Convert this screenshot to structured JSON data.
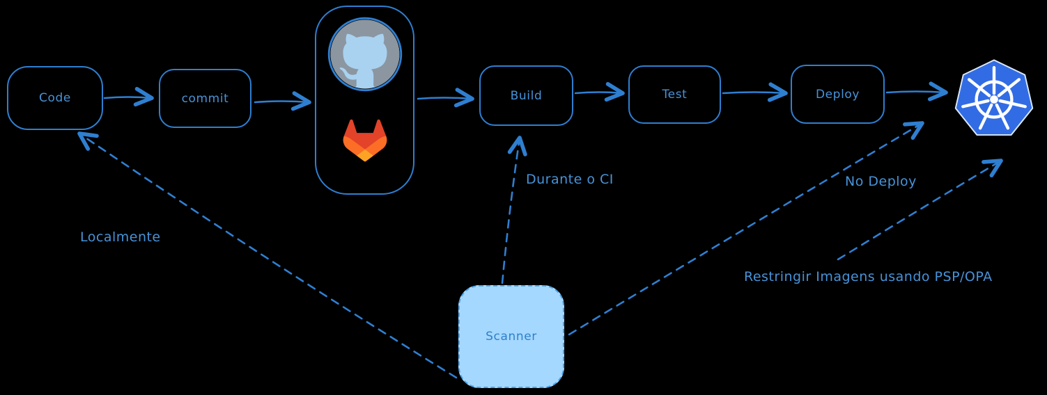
{
  "diagram": {
    "nodes": {
      "code": {
        "label": "Code"
      },
      "commit": {
        "label": "commit"
      },
      "build": {
        "label": "Build"
      },
      "test": {
        "label": "Test"
      },
      "deploy": {
        "label": "Deploy"
      },
      "scanner": {
        "label": "Scanner"
      }
    },
    "icons": {
      "github": "github-octocat-logo",
      "gitlab": "gitlab-tanuki-logo",
      "kubernetes": "kubernetes-helm-logo"
    },
    "annotations": {
      "localmente": "Localmente",
      "durante_ci": "Durante o CI",
      "no_deploy": "No Deploy",
      "restringir": "Restringir Imagens usando PSP/OPA"
    }
  },
  "colors": {
    "bg": "#000000",
    "accent": "#4793d9",
    "stroke": "#2f7fd1",
    "scanner-fill": "#a5d8ff",
    "scanner-border": "#4da3e8",
    "scanner-text": "#2f80c9",
    "k8s-blue": "#326ce5",
    "github-gray": "#8b96a1",
    "github-cat": "#a9d2f0",
    "gitlab-red": "#e24329",
    "gitlab-orange": "#fc6d26",
    "gitlab-yellow": "#fca326"
  }
}
